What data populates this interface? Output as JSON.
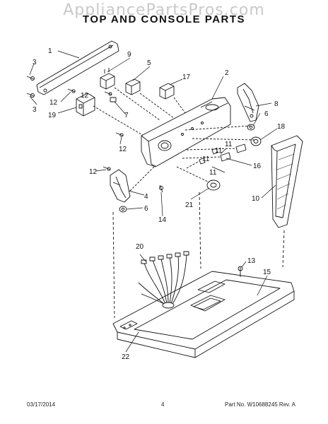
{
  "watermark": "AppliancePartsPros.com",
  "title": "TOP AND CONSOLE PARTS",
  "footer": {
    "date": "03/17/2014",
    "page": "4",
    "part_number": "Part No.  W10688245  Rev.  A"
  },
  "callouts": [
    "1",
    "2",
    "3",
    "3",
    "4",
    "5",
    "6",
    "6",
    "7",
    "8",
    "9",
    "10",
    "11",
    "11",
    "11",
    "11",
    "12",
    "12",
    "12",
    "12",
    "13",
    "14",
    "15",
    "16",
    "17",
    "18",
    "19",
    "20",
    "21",
    "22"
  ]
}
